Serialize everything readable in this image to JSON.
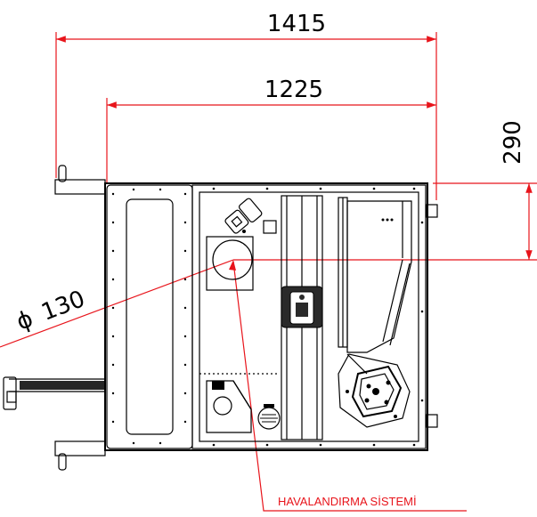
{
  "dimensions": {
    "overall_width": "1415",
    "inner_width": "1225",
    "offset": "290",
    "diameter_symbol": "ϕ",
    "diameter_value": "130"
  },
  "callout": {
    "label": "HAVALANDIRMA SİSTEMİ"
  },
  "colors": {
    "dimension_line": "#e8141b",
    "drawing_line": "#000000",
    "background": "#ffffff"
  }
}
